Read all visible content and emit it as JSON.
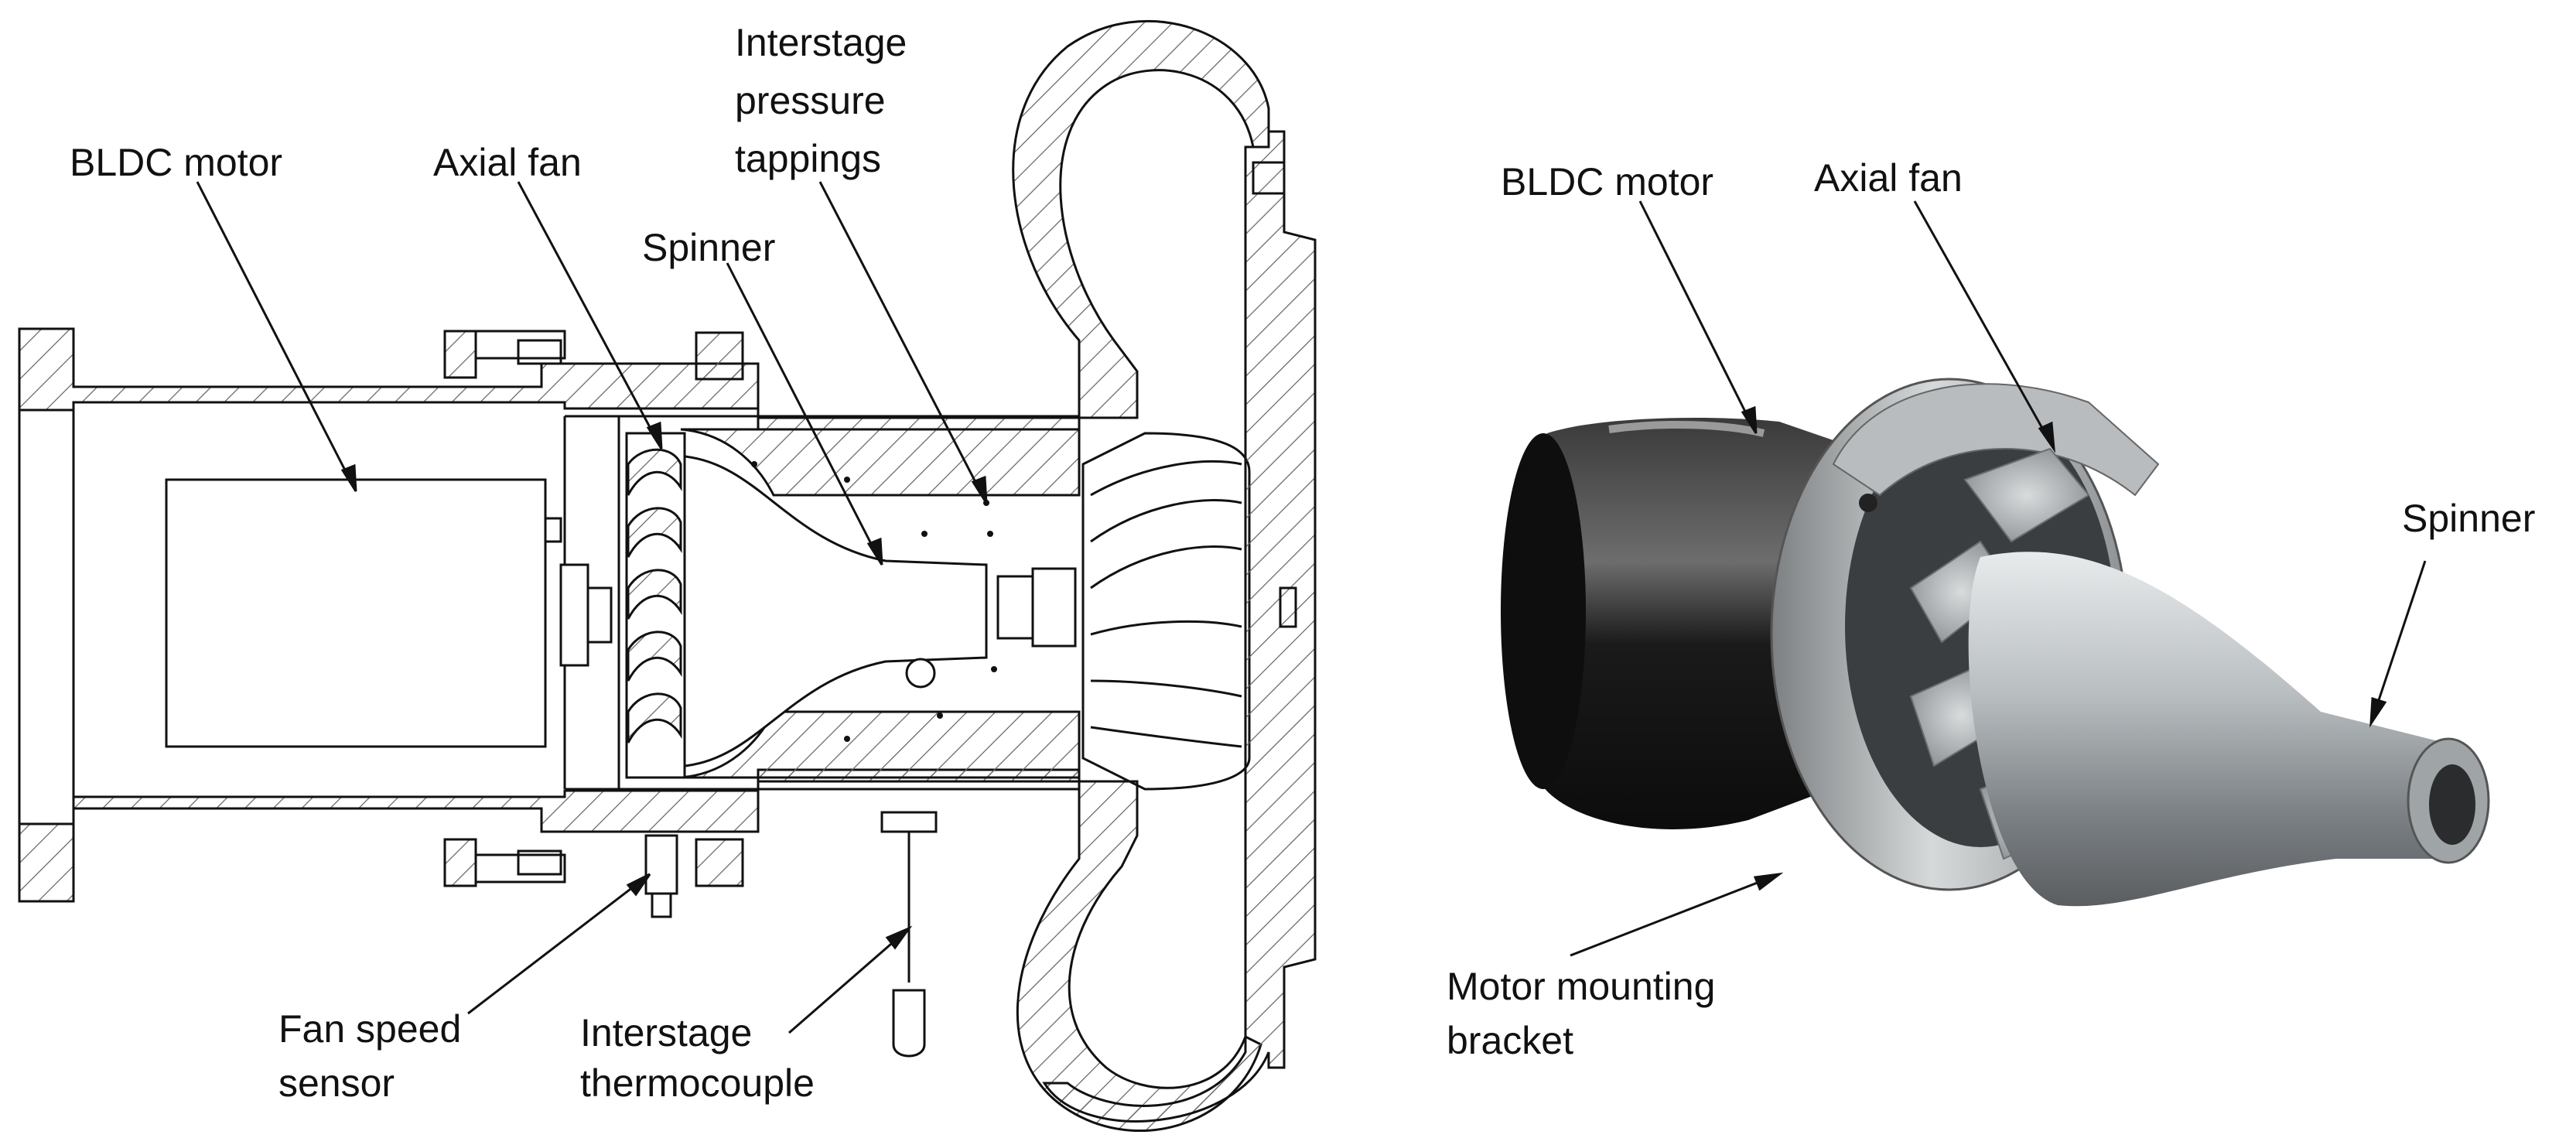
{
  "labels": {
    "left": {
      "bldc_motor": "BLDC motor",
      "axial_fan": "Axial fan",
      "interstage_pressure_tappings": [
        "Interstage",
        "pressure",
        "tappings"
      ],
      "spinner": "Spinner",
      "fan_speed_sensor": [
        "Fan speed",
        "sensor"
      ],
      "interstage_thermocouple": [
        "Interstage",
        "thermocouple"
      ]
    },
    "right": {
      "bldc_motor": "BLDC motor",
      "axial_fan": "Axial fan",
      "spinner": "Spinner",
      "motor_mounting_bracket": [
        "Motor mounting",
        "bracket"
      ]
    }
  },
  "colors": {
    "line": "#111111",
    "hatch": "#555555",
    "metal_dark": "#1c1c1c",
    "metal_light": "#c8ccce"
  }
}
